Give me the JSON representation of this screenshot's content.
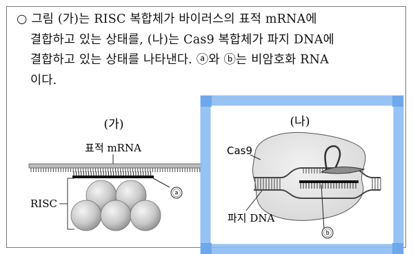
{
  "question": {
    "bullet": "○",
    "line1": "그림 (가)는 RISC 복합체가 바이러스의 표적 mRNA에",
    "line2": "결합하고 있는 상태를, (나)는 Cas9 복합체가 파지 DNA에",
    "line3": "결합하고 있는 상태를 나타낸다. ⓐ와 ⓑ는 비암호화 RNA",
    "line4": "이다."
  },
  "figure_ga": {
    "title": "(가)",
    "target_label": "표적 mRNA",
    "complex_label": "RISC",
    "marker": "ⓐ"
  },
  "figure_na": {
    "title": "(나)",
    "protein_label": "Cas9",
    "dna_label": "파지 DNA",
    "marker": "ⓑ"
  },
  "colors": {
    "highlight": "#8bbcf2",
    "sphere": "#c9c9c9",
    "blob": "#e6e6e6"
  }
}
